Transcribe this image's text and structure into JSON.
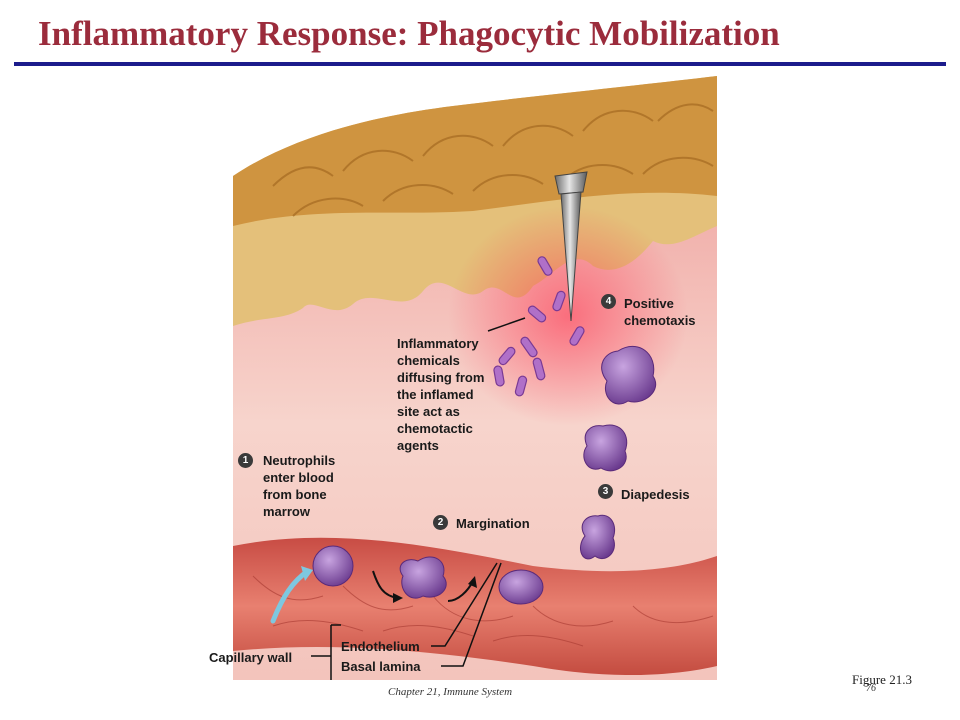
{
  "slide": {
    "title": "Inflammatory Response: Phagocytic Mobilization",
    "footer": "Chapter 21, Immune System",
    "figure_ref": "Figure 21.3",
    "page_number": "76"
  },
  "labels": {
    "inflammatory_chemicals": [
      "Inflammatory",
      "chemicals",
      "diffusing from",
      "the inflamed",
      "site act as",
      "chemotactic",
      "agents"
    ],
    "capillary_wall": "Capillary wall",
    "endothelium": "Endothelium",
    "basal_lamina": "Basal lamina"
  },
  "steps": [
    {
      "number": "1",
      "label": [
        "Neutrophils",
        "enter blood",
        "from bone",
        "marrow"
      ]
    },
    {
      "number": "2",
      "label": [
        "Margination"
      ]
    },
    {
      "number": "3",
      "label": [
        "Diapedesis"
      ]
    },
    {
      "number": "4",
      "label": [
        "Positive",
        "chemotaxis"
      ]
    }
  ],
  "colors": {
    "title": "#9b2c3c",
    "title_rule": "#1c1c8c",
    "skin": "#d69a3a",
    "tissue": "#f2c6c0",
    "capillary": "#d86a5e",
    "neutrophil": "#7c4c9e",
    "inflammation": "#e8203c",
    "arrow": "#7ec8e0"
  }
}
